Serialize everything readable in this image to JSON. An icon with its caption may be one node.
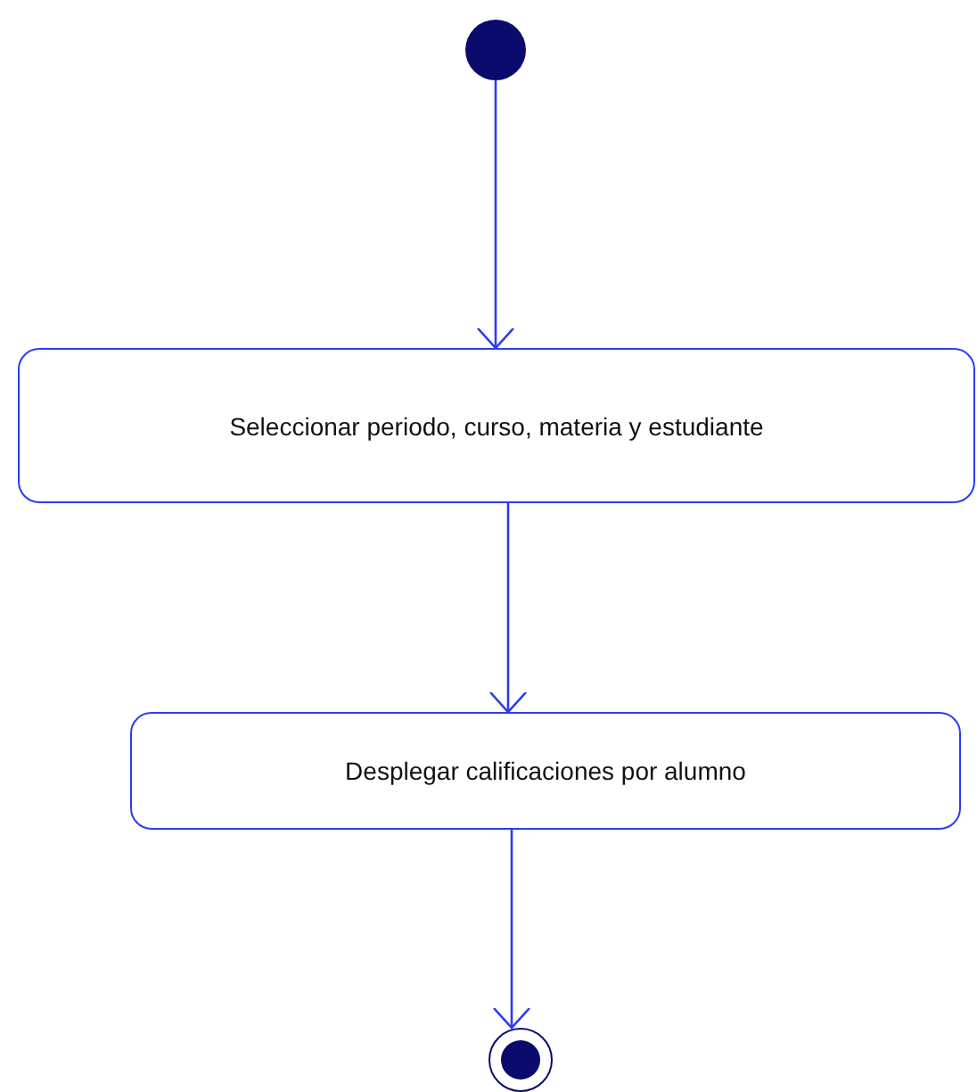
{
  "diagram": {
    "nodes": [
      {
        "text": [],
        "shape": "circle"
      },
      {
        "text": [
          "Seleccionar periodo, curso, materia y estudiante"
        ]
      },
      {
        "text": [
          "Desplegar calificaciones por alumno"
        ]
      },
      {
        "text": [],
        "shape": "bullseye"
      }
    ],
    "edges": [
      {
        "from": 0,
        "to": 1,
        "arrow": "to"
      },
      {
        "from": 1,
        "to": 2,
        "arrow": "to"
      },
      {
        "from": 2,
        "to": 3,
        "arrow": "to"
      }
    ]
  }
}
